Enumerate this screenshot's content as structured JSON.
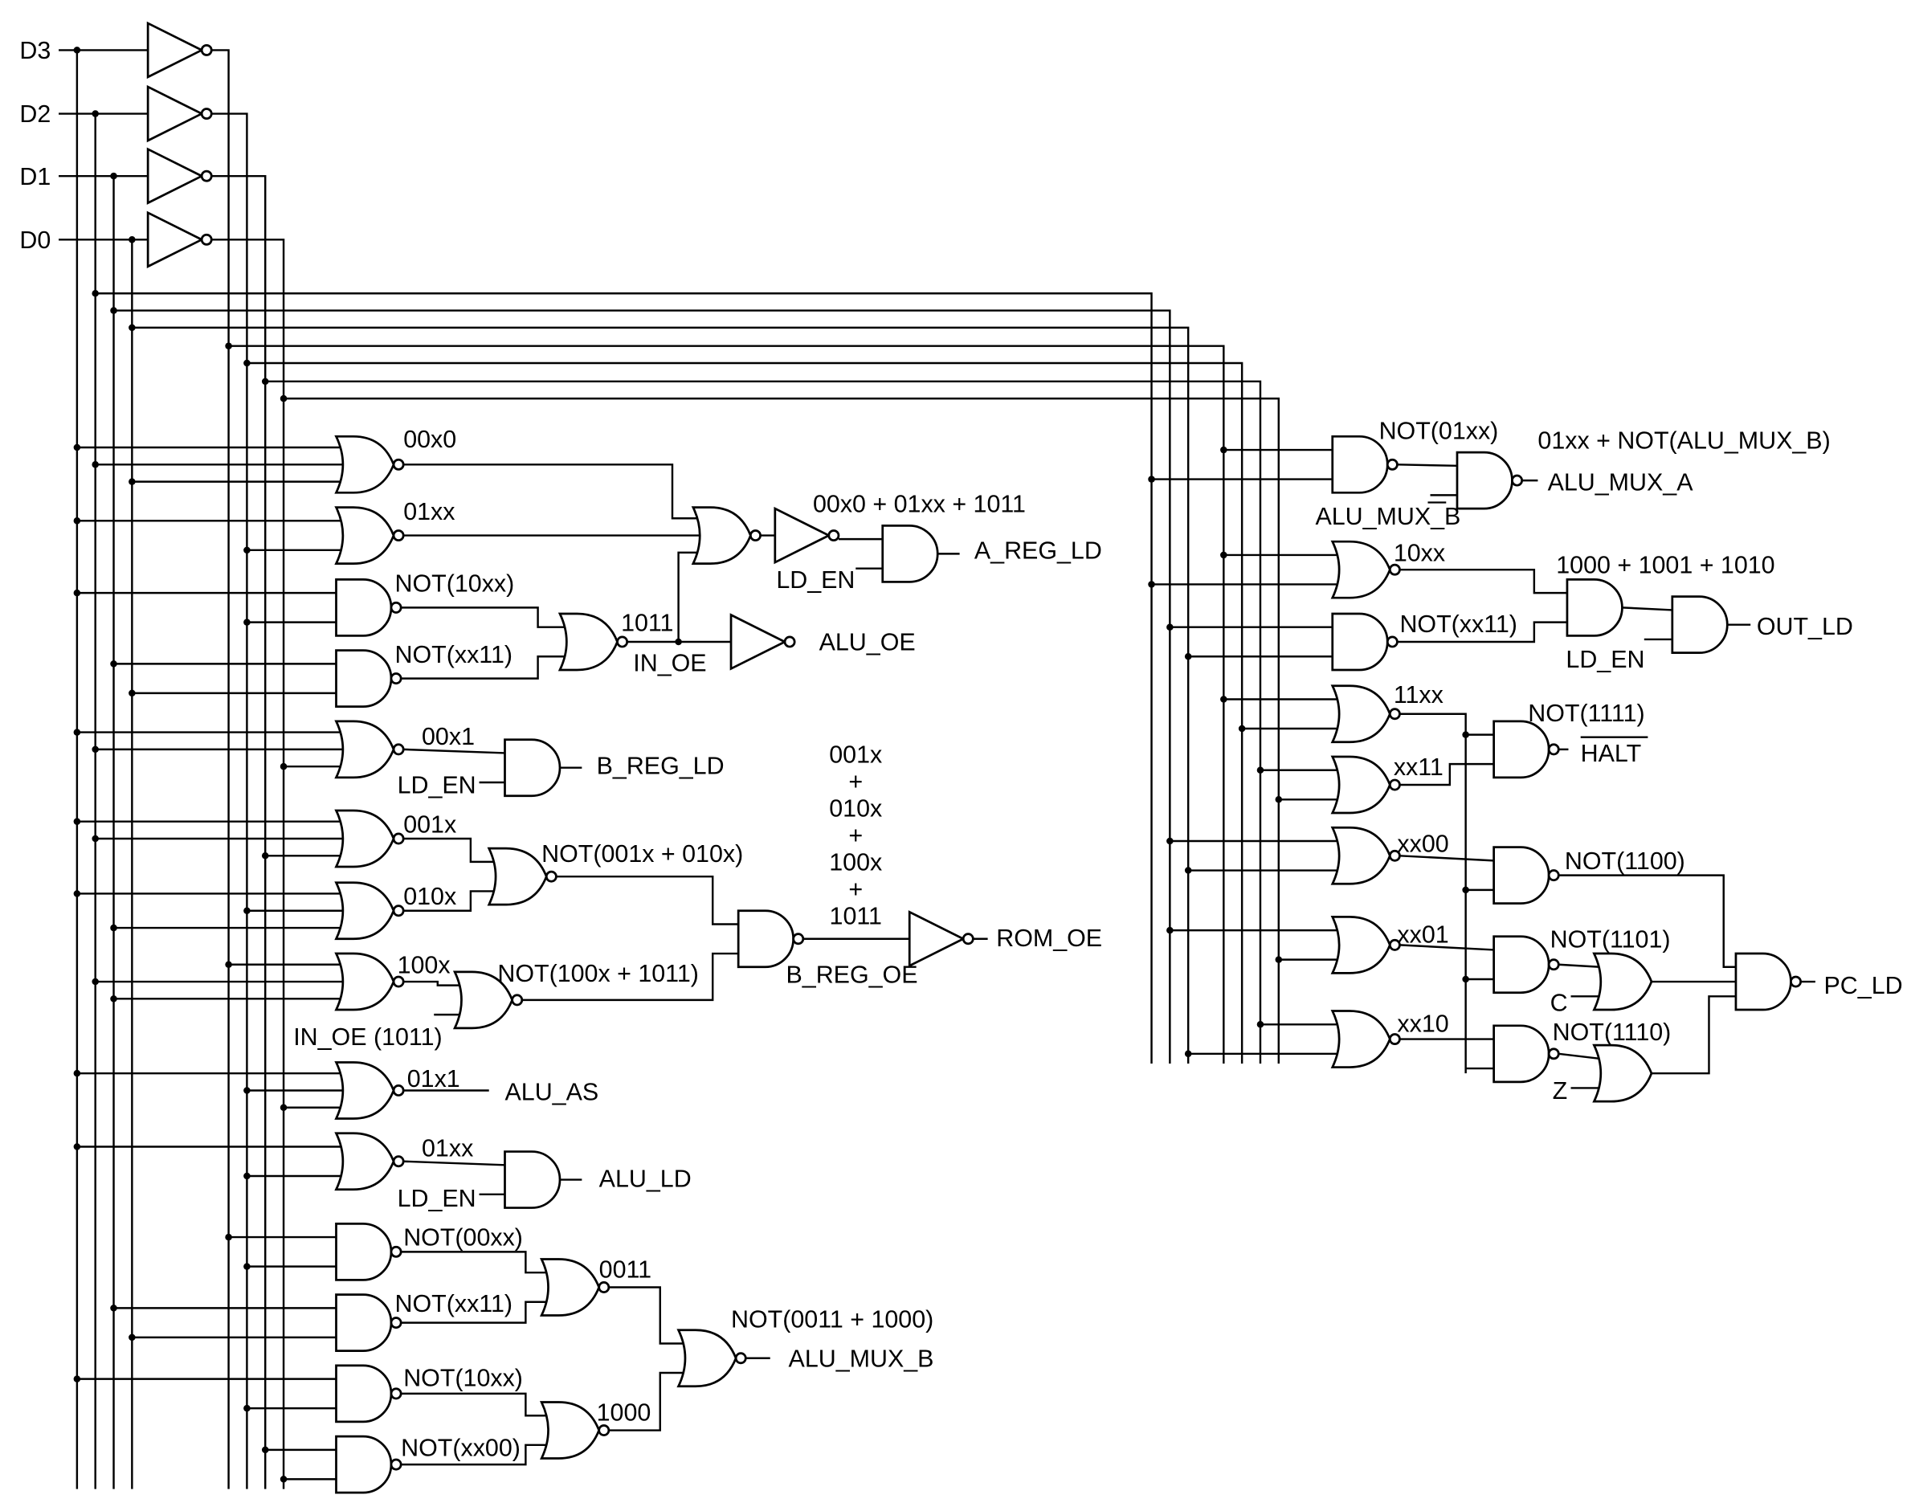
{
  "inputs": {
    "d3": "D3",
    "d2": "D2",
    "d1": "D1",
    "d0": "D0"
  },
  "labels": {
    "t00x0": "00x0",
    "t01xx": "01xx",
    "not10xx": "NOT(10xx)",
    "notxx11": "NOT(xx11)",
    "t1011": "1011",
    "in_oe": "IN_OE",
    "sum_a": "00x0 + 01xx + 1011",
    "ld_en1": "LD_EN",
    "a_reg_ld": "A_REG_LD",
    "alu_oe": "ALU_OE",
    "t00x1": "00x1",
    "ld_en2": "LD_EN",
    "b_reg_ld": "B_REG_LD",
    "t001x": "001x",
    "t010x": "010x",
    "not001x010x": "NOT(001x + 010x)",
    "t100x": "100x",
    "not100x1011": "NOT(100x + 1011)",
    "in_oe_1011": "IN_OE (1011)",
    "rom_sum": [
      "001x",
      "+",
      "010x",
      "+",
      "100x",
      "+",
      "1011"
    ],
    "b_reg_oe": "B_REG_OE",
    "rom_oe": "ROM_OE",
    "t01x1": "01x1",
    "alu_as": "ALU_AS",
    "t01xx2": "01xx",
    "ld_en3": "LD_EN",
    "alu_ld": "ALU_LD",
    "not00xx": "NOT(00xx)",
    "notxx11_2": "NOT(xx11)",
    "t0011": "0011",
    "not10xx_2": "NOT(10xx)",
    "notxx00": "NOT(xx00)",
    "t1000": "1000",
    "not0011_1000": "NOT(0011 + 1000)",
    "alu_mux_b": "ALU_MUX_B",
    "not01xx": "NOT(01xx)",
    "alu_mux_b_bar": "ALU_MUX_B",
    "sum_mux": "01xx + NOT(ALU_MUX_B)",
    "alu_mux_a": "ALU_MUX_A",
    "t10xx": "10xx",
    "notxx11_r": "NOT(xx11)",
    "sum_out": "1000 + 1001 + 1010",
    "ld_en4": "LD_EN",
    "out_ld": "OUT_LD",
    "t11xx": "11xx",
    "txx11": "xx11",
    "not1111": "NOT(1111)",
    "halt": "HALT",
    "txx00": "xx00",
    "txx01": "xx01",
    "txx10": "xx10",
    "not1100": "NOT(1100)",
    "not1101": "NOT(1101)",
    "c": "C",
    "not1110": "NOT(1110)",
    "z": "Z",
    "pc_ld": "PC_LD"
  }
}
